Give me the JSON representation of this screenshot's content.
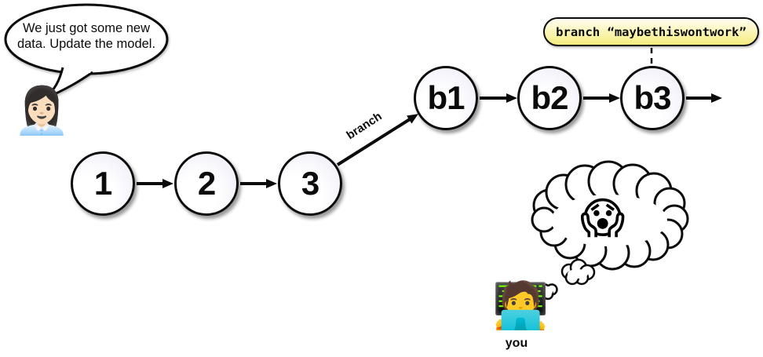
{
  "manager": {
    "emoji": "👩🏻‍💼",
    "speech": {
      "line1": "We just got some new",
      "line2": "data. Update the model."
    }
  },
  "graph": {
    "main_nodes": [
      {
        "label": "1"
      },
      {
        "label": "2"
      },
      {
        "label": "3"
      }
    ],
    "branch_nodes": [
      {
        "label": "b1"
      },
      {
        "label": "b2"
      },
      {
        "label": "b3"
      }
    ],
    "branch_arrow_label": "branch"
  },
  "branch_tag": {
    "label": "branch “maybethiswontwork”"
  },
  "observer": {
    "label": "you",
    "emoji": "🧑‍💻",
    "thought_emoji": "😱"
  },
  "colors": {
    "background": "#ffffff",
    "ink": "#0b0b0b",
    "node_fill_light": "#ffffff",
    "node_fill_shade": "#edeaf7",
    "tag_fill_top": "#fffef2",
    "tag_fill_bottom": "#f5ec7d"
  }
}
